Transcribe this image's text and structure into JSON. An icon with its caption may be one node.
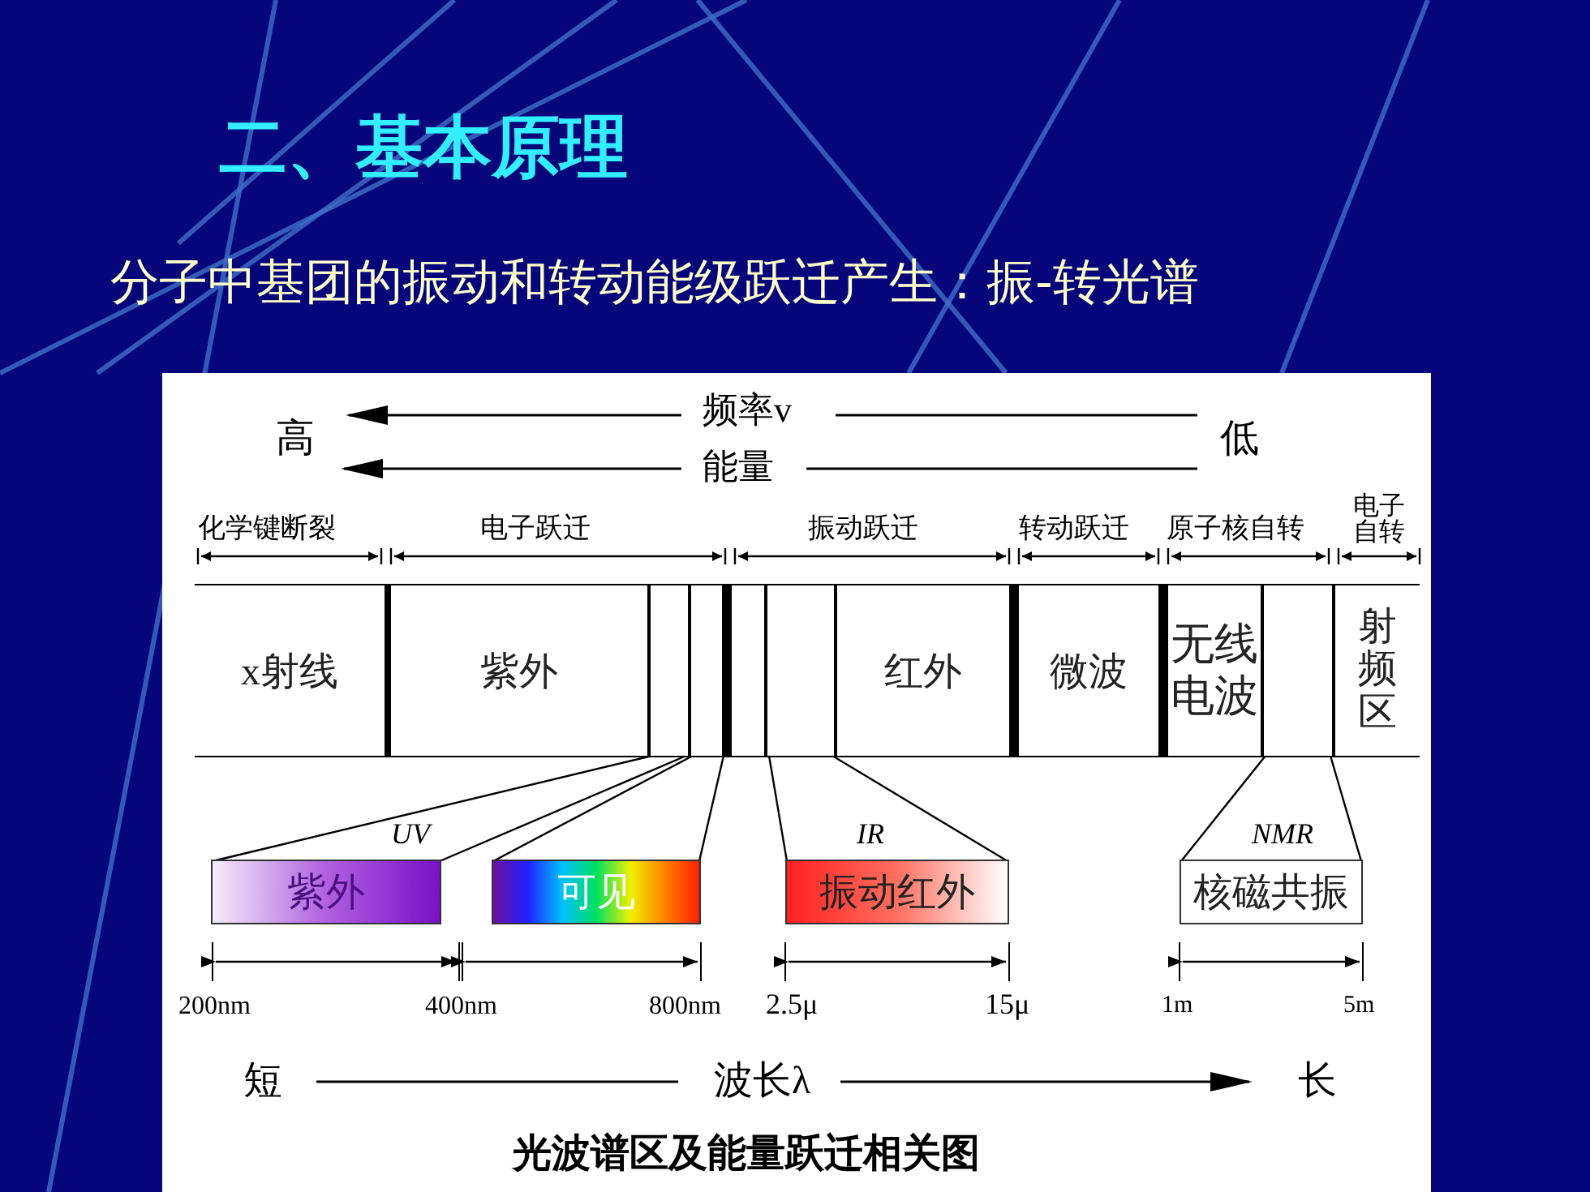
{
  "diagram": {
    "title": "二、基本原理",
    "caption": "光波谱区及能量跃迁相关图",
    "nodes": [
      {
        "text": [
          "x射线"
        ]
      },
      {
        "text": [
          "紫外"
        ]
      },
      {
        "text": [],
        "shape": "box"
      },
      {
        "text": [],
        "shape": "box"
      },
      {
        "text": [],
        "shape": "box"
      },
      {
        "text": [],
        "shape": "box"
      },
      {
        "text": [
          "红外"
        ]
      },
      {
        "text": [
          "微波"
        ]
      },
      {
        "text": [
          "无线电波"
        ]
      },
      {
        "text": [],
        "shape": "box"
      },
      {
        "text": [
          "射频区"
        ]
      },
      {
        "text": [
          "紫外"
        ],
        "beside": [
          "UV"
        ]
      },
      {
        "text": [
          "可见"
        ]
      },
      {
        "text": [
          "振动红外"
        ],
        "beside": [
          "IR"
        ]
      },
      {
        "text": [
          "核磁共振"
        ],
        "beside": [
          "NMR"
        ]
      }
    ],
    "edges": [
      {
        "from": 2,
        "to": 11,
        "arrow": "none"
      },
      {
        "from": 2,
        "to": 11,
        "arrow": "none"
      },
      {
        "from": 3,
        "to": 12,
        "arrow": "none"
      },
      {
        "from": 3,
        "to": 12,
        "arrow": "none"
      },
      {
        "from": 5,
        "to": 13,
        "arrow": "none"
      },
      {
        "from": 5,
        "to": 13,
        "arrow": "none"
      },
      {
        "from": 9,
        "to": 14,
        "arrow": "none"
      },
      {
        "from": 9,
        "to": 14,
        "arrow": "none"
      }
    ],
    "labels": [
      "分子中基团的振动和转动能级跃迁产生：振-转光谱",
      "频率v",
      "高",
      "低",
      "能量",
      "化学键断裂",
      "电子跃迁",
      "振动跃迁",
      "转动跃迁",
      "原子核自转",
      "电子自转",
      "200nm",
      "400nm",
      "800nm",
      "2.5μ",
      "15μ",
      "1m",
      "5m",
      "短",
      "波长λ",
      "长"
    ]
  }
}
